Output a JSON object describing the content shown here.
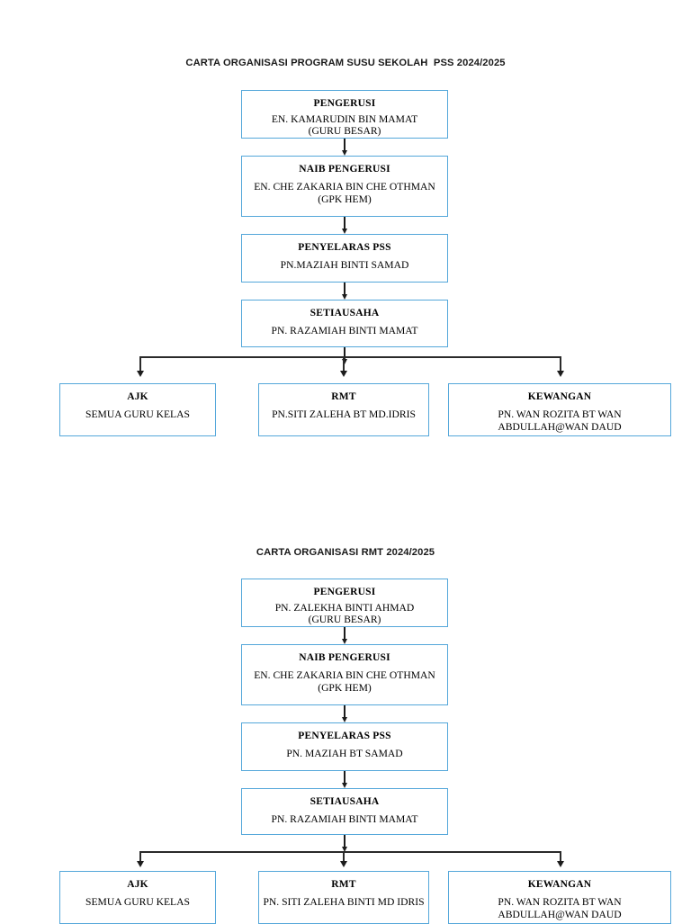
{
  "document": {
    "background_color": "#ffffff",
    "box_border_color": "#54a7da",
    "connector_color": "#1c1c1c",
    "text_color": "#000000"
  },
  "charts": [
    {
      "id": "pss",
      "title": "CARTA ORGANISASI PROGRAM SUSU SEKOLAH  PSS 2024/2025",
      "levels": [
        {
          "role": "PENGERUSI",
          "name": "EN. KAMARUDIN BIN MAMAT\n(GURU BESAR)"
        },
        {
          "role": "NAIB PENGERUSI",
          "name": "EN. CHE ZAKARIA BIN CHE OTHMAN\n(GPK HEM)"
        },
        {
          "role": "PENYELARAS PSS",
          "name": "PN.MAZIAH BINTI SAMAD"
        },
        {
          "role": "SETIAUSAHA",
          "name": "PN. RAZAMIAH BINTI MAMAT"
        }
      ],
      "branches": [
        {
          "role": "AJK",
          "name": "SEMUA GURU KELAS"
        },
        {
          "role": "RMT",
          "name": "PN.SITI ZALEHA  BT MD.IDRIS"
        },
        {
          "role": "KEWANGAN",
          "name": "PN. WAN ROZITA BT WAN ABDULLAH@WAN DAUD"
        }
      ]
    },
    {
      "id": "rmt",
      "title": "CARTA ORGANISASI RMT 2024/2025",
      "levels": [
        {
          "role": "PENGERUSI",
          "name": "PN. ZALEKHA BINTI AHMAD\n(GURU BESAR)"
        },
        {
          "role": "NAIB PENGERUSI",
          "name": "EN. CHE ZAKARIA BIN CHE OTHMAN\n(GPK HEM)"
        },
        {
          "role": "PENYELARAS PSS",
          "name": "PN. MAZIAH BT SAMAD"
        },
        {
          "role": "SETIAUSAHA",
          "name": "PN. RAZAMIAH BINTI MAMAT"
        }
      ],
      "branches": [
        {
          "role": "AJK",
          "name": "SEMUA GURU KELAS"
        },
        {
          "role": "RMT",
          "name": "PN. SITI ZALEHA BINTI MD IDRIS"
        },
        {
          "role": "KEWANGAN",
          "name": "PN. WAN ROZITA BT WAN ABDULLAH@WAN DAUD"
        }
      ]
    }
  ]
}
